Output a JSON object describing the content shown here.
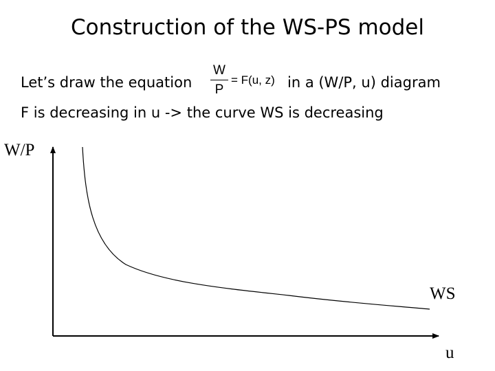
{
  "slide": {
    "title": "Construction of the WS-PS model",
    "line1_before": "Let’s draw the equation",
    "line1_after": "in a (W/P, u) diagram",
    "line2": "F is decreasing in u -> the curve WS is decreasing"
  },
  "equation": {
    "numerator": "W",
    "denominator": "P",
    "rhs": "= F(u, z)"
  },
  "diagram": {
    "y_axis_label": "W/P",
    "x_axis_label": "u",
    "curve_label": "WS"
  }
}
